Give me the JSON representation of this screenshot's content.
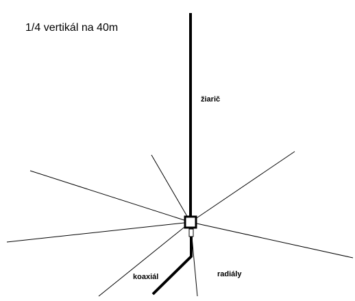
{
  "title": "1/4 vertikál na 40m",
  "labels": {
    "radiator": "žiarič",
    "coax": "koaxiál",
    "radials": "radiály"
  },
  "colors": {
    "line": "#000000",
    "background": "#ffffff"
  }
}
